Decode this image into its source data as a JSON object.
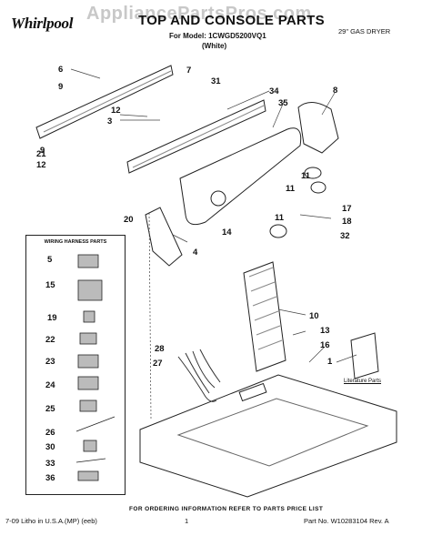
{
  "watermark": "AppliancePartsPros.com",
  "header": {
    "brand": "Whirlpool",
    "title": "TOP AND CONSOLE PARTS",
    "model_line": "For Model: 1CWGD5200VQ1",
    "color_line": "(White)",
    "product": "29\" GAS DRYER"
  },
  "harness_box": {
    "title": "WIRING HARNESS PARTS"
  },
  "literature_label": "Literature Parts",
  "footer": {
    "order_info": "FOR ORDERING INFORMATION REFER TO PARTS PRICE LIST",
    "litho": "7-09 Litho in U.S.A.(MP) (eeb)",
    "page": "1",
    "part_no": "Part No. W10283104 Rev. A"
  },
  "callouts": [
    "6",
    "9",
    "9",
    "21",
    "12",
    "12",
    "3",
    "7",
    "31",
    "34",
    "35",
    "8",
    "11",
    "11",
    "17",
    "18",
    "11",
    "32",
    "20",
    "14",
    "4",
    "10",
    "13",
    "16",
    "1",
    "28",
    "27",
    "5",
    "15",
    "19",
    "22",
    "23",
    "24",
    "25",
    "26",
    "30",
    "33",
    "36"
  ]
}
